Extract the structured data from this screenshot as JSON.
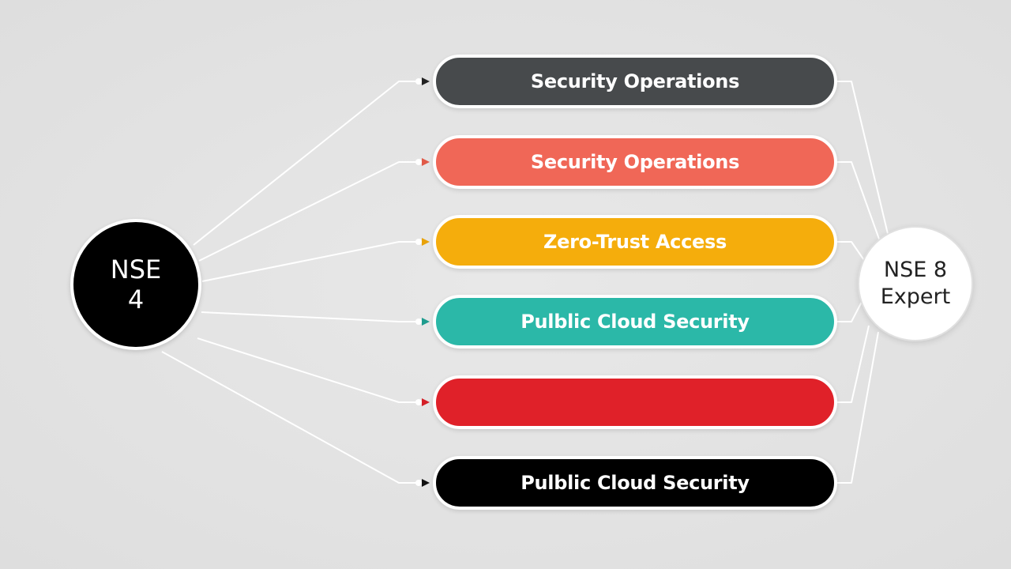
{
  "start_node": {
    "lines": [
      "NSE",
      "4"
    ],
    "color": "#000000"
  },
  "end_node": {
    "lines": [
      "NSE 8",
      "Expert"
    ],
    "color": "#ffffff"
  },
  "tracks": [
    {
      "label": "Security Operations",
      "color": "#474a4c",
      "arrow_color": "#222222"
    },
    {
      "label": "Security Operations",
      "color": "#f06757",
      "arrow_color": "#e05a48"
    },
    {
      "label": "Zero-Trust Access",
      "color": "#f5ad0c",
      "arrow_color": "#e8a20a"
    },
    {
      "label": "Pulblic Cloud Security",
      "color": "#2bb8a8",
      "arrow_color": "#1f9c8e"
    },
    {
      "label": "",
      "color": "#e02129",
      "arrow_color": "#d42028"
    },
    {
      "label": "Pulblic Cloud Security",
      "color": "#000000",
      "arrow_color": "#111111"
    }
  ]
}
